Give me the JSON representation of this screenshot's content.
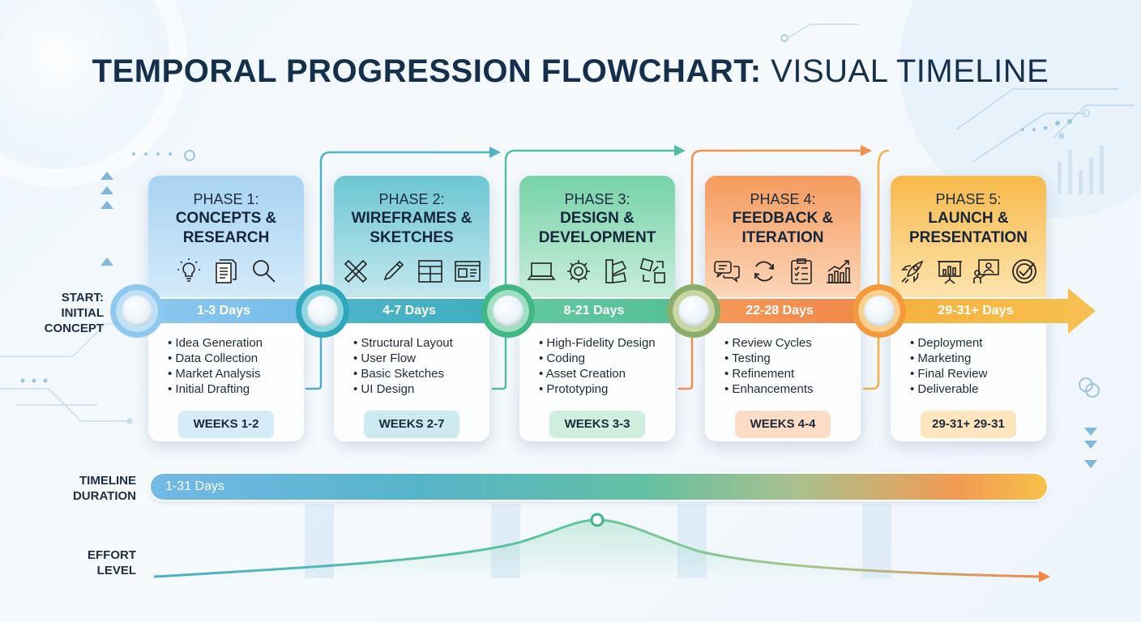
{
  "title": {
    "bold": "TEMPORAL PROGRESSION FLOWCHART:",
    "light": "VISUAL TIMELINE"
  },
  "start_label": [
    "START:",
    "INITIAL",
    "CONCEPT"
  ],
  "timeline_label": [
    "TIMELINE",
    "DURATION"
  ],
  "effort_label": [
    "EFFORT",
    "LEVEL"
  ],
  "timeline_duration": "1-31 Days",
  "colors": {
    "phase1": "#7fbde9",
    "phase2": "#45b3c4",
    "phase3": "#5ec89a",
    "phase4": "#f1904f",
    "phase5": "#f5b53c"
  },
  "phases": [
    {
      "number": "PHASE 1:",
      "title": "CONCEPTS & RESEARCH",
      "icons": [
        "lightbulb-icon",
        "documents-icon",
        "magnifier-icon"
      ],
      "duration": "1-3 Days",
      "items": [
        "Idea Generation",
        "Data Collection",
        "Market Analysis",
        "Initial Drafting"
      ],
      "weeks": "WEEKS 1-2"
    },
    {
      "number": "PHASE 2:",
      "title": "WIREFRAMES & SKETCHES",
      "icons": [
        "ruler-pencil-icon",
        "pencil-icon",
        "layout-grid-icon",
        "browser-wireframe-icon"
      ],
      "duration": "4-7 Days",
      "items": [
        "Structural Layout",
        "User Flow",
        "Basic Sketches",
        "UI Design"
      ],
      "weeks": "WEEKS 2-7"
    },
    {
      "number": "PHASE 3:",
      "title": "DESIGN & DEVELOPMENT",
      "icons": [
        "laptop-icon",
        "gear-icon",
        "color-swatch-icon",
        "components-icon"
      ],
      "duration": "8-21 Days",
      "items": [
        "High-Fidelity Design",
        "Coding",
        "Asset Creation",
        "Prototyping"
      ],
      "weeks": "WEEKS 3-3"
    },
    {
      "number": "PHASE 4:",
      "title": "FEEDBACK & ITERATION",
      "icons": [
        "chat-bubbles-icon",
        "refresh-cycle-icon",
        "checklist-icon",
        "growth-chart-icon"
      ],
      "duration": "22-28 Days",
      "items": [
        "Review Cycles",
        "Testing",
        "Refinement",
        "Enhancements"
      ],
      "weeks": "WEEKS 4-4"
    },
    {
      "number": "PHASE 5:",
      "title": "LAUNCH & PRESENTATION",
      "icons": [
        "rocket-icon",
        "presentation-board-icon",
        "presenter-icon",
        "target-check-icon"
      ],
      "duration": "29-31+ Days",
      "items": [
        "Deployment",
        "Marketing",
        "Final Review",
        "Deliverable"
      ],
      "weeks": "29-31+ 29-31"
    }
  ]
}
